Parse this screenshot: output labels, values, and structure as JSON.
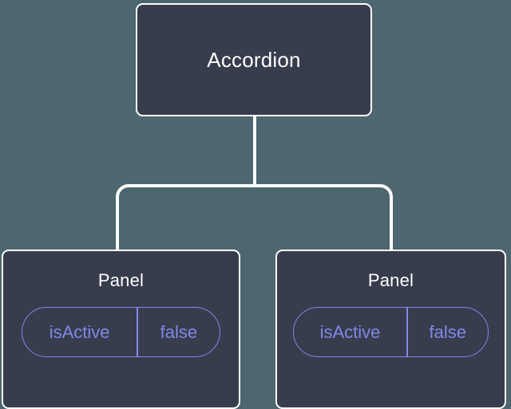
{
  "diagram": {
    "type": "component-tree",
    "background_color": "#4d666f",
    "node_fill_color": "#373d4d",
    "node_border_color": "#ffffff",
    "connector_color": "#ffffff",
    "prop_accent_color": "#8287e8",
    "title_color": "#ffffff",
    "root": {
      "label": "Accordion"
    },
    "children": [
      {
        "label": "Panel",
        "props": [
          {
            "key": "isActive",
            "value": "false"
          }
        ]
      },
      {
        "label": "Panel",
        "props": [
          {
            "key": "isActive",
            "value": "false"
          }
        ]
      }
    ]
  }
}
